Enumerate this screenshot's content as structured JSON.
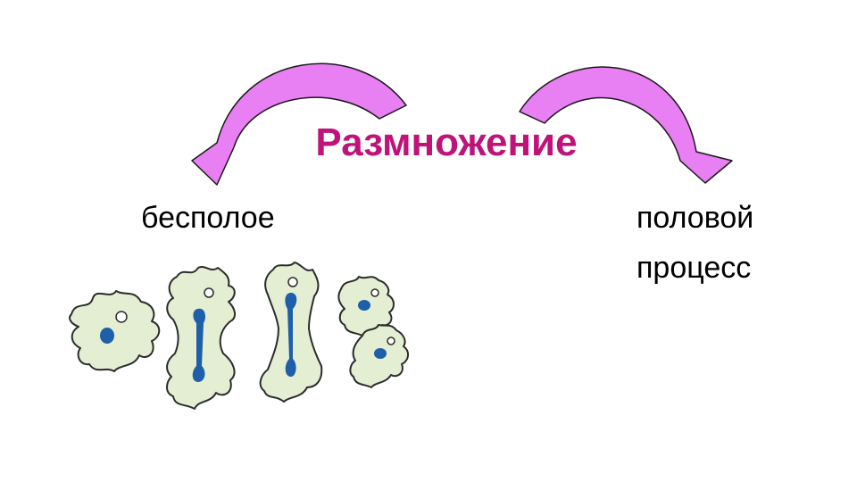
{
  "title": "Размножение",
  "branches": {
    "left": "бесполое",
    "right": {
      "line1": "половой",
      "line2": "процесс"
    }
  },
  "colors": {
    "title": "#c0137a",
    "arrow_fill": "#e87ff2",
    "arrow_stroke": "#1a1a1a",
    "cell_fill": "#e4eed3",
    "cell_stroke": "#2c2c2c",
    "nucleus": "#1f5ea8",
    "vacuole": "#ffffff",
    "text": "#000000"
  },
  "icons": {
    "left_arrow": "curved-arrow-down-left",
    "right_arrow": "curved-arrow-down-right",
    "cells": "amoeba-binary-fission"
  }
}
